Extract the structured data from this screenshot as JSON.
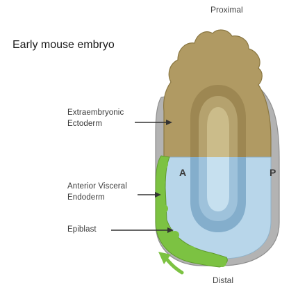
{
  "title": "Early mouse embryo",
  "orientation": {
    "proximal": "Proximal",
    "distal": "Distal"
  },
  "axes": {
    "anterior": "A",
    "posterior": "P"
  },
  "labels": {
    "extraembryonic_line1": "Extraembryonic",
    "extraembryonic_line2": "Ectoderm",
    "ave_line1": "Anterior Visceral",
    "ave_line2": "Endoderm",
    "epiblast": "Epiblast"
  },
  "colors": {
    "extraembryonic_ectoderm": "#b09a63",
    "inner_gold_dark": "#8c7b49",
    "epiblast": "#b8d6ea",
    "epiblast_inner": "#84aecc",
    "visceral_endoderm_rim": "#a6a6a6",
    "anterior_visceral_endoderm": "#7cc242"
  }
}
